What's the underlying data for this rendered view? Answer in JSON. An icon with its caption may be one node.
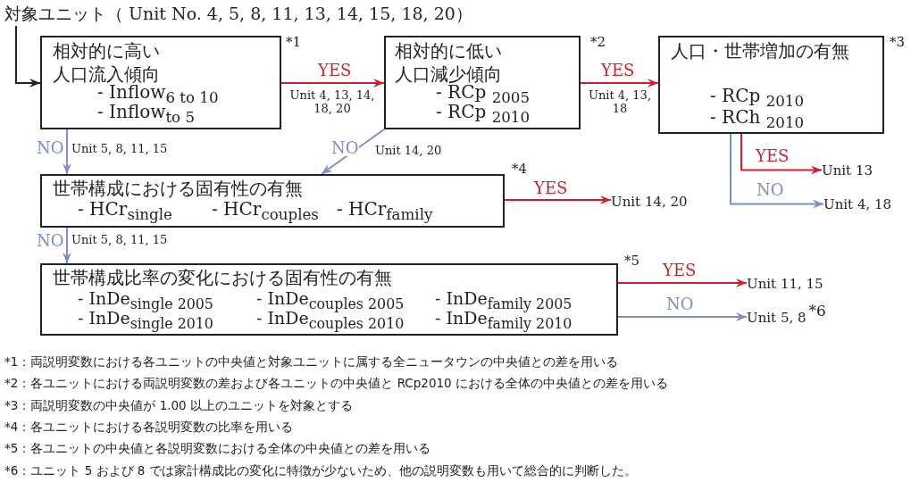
{
  "diagram": {
    "nodes": [
      {
        "text": [
          "対象ユニット（ Unit No. 4, 5, 8, 11, 13, 14, 15, 18, 20）"
        ]
      },
      {
        "text": [
          "相対的に高い人口流入傾向",
          "- Inflow$_{6 to 10}$",
          "- Inflow$_{to 5}$"
        ],
        "beside": [
          "*1"
        ]
      },
      {
        "text": [
          "相対的に低い人口減少傾向",
          "- RCp $_{2005}$",
          "- RCp $_{2010}$"
        ],
        "beside": [
          "*2"
        ]
      },
      {
        "text": [
          "人口・世帯増加の有無",
          "- RCp $_{2010}$",
          "- RCh $_{2010}$"
        ],
        "beside": [
          "*3"
        ]
      },
      {
        "text": [
          "世帯構成における固有性の有無",
          "- HCr$_{single}$",
          "- HCr$_{couples}$",
          "- HCr$_{family}$"
        ],
        "beside": [
          "*4"
        ]
      },
      {
        "text": [
          "世帯構成比率の変化における固有性の有無",
          "- InDe$_{single 2005}$",
          "- InDe$_{couples 2005}$",
          "- InDe$_{family 2005}$",
          "- InDe$_{single 2010}$",
          "- InDe$_{couples 2010}$",
          "- InDe$_{family 2010}$"
        ],
        "beside": [
          "*5"
        ]
      },
      {
        "text": [
          "Unit 13"
        ]
      },
      {
        "text": [
          "Unit 4, 18"
        ]
      },
      {
        "text": [
          "Unit 14, 20"
        ]
      },
      {
        "text": [
          "Unit 11, 15"
        ]
      },
      {
        "text": [
          "Unit 5, 8"
        ],
        "beside": [
          "*6"
        ]
      }
    ],
    "edges": [
      {
        "from": 0,
        "to": 1,
        "arrow": "to",
        "color": "#222222"
      },
      {
        "from": 1,
        "to": 2,
        "arrow": "to",
        "label": "YES",
        "color": "#d0202e"
      },
      {
        "from": 2,
        "to": 3,
        "arrow": "to",
        "label": "YES",
        "color": "#d0202e"
      },
      {
        "from": 1,
        "to": 4,
        "arrow": "to",
        "label": "NO",
        "color": "#7b8fc8"
      },
      {
        "from": 2,
        "to": 4,
        "arrow": "to",
        "label": "NO",
        "color": "#7b8fc8"
      },
      {
        "from": 3,
        "to": 6,
        "arrow": "to",
        "label": "YES",
        "color": "#d0202e"
      },
      {
        "from": 3,
        "to": 7,
        "arrow": "to",
        "label": "NO",
        "color": "#7b8fc8"
      },
      {
        "from": 4,
        "to": 8,
        "arrow": "to",
        "label": "YES",
        "color": "#d0202e"
      },
      {
        "from": 4,
        "to": 5,
        "arrow": "to",
        "label": "NO",
        "color": "#7b8fc8"
      },
      {
        "from": 5,
        "to": 9,
        "arrow": "to",
        "label": "YES",
        "color": "#d0202e"
      },
      {
        "from": 5,
        "to": 10,
        "arrow": "to",
        "label": "NO",
        "color": "#7b8fc8"
      }
    ],
    "labels": [
      "Unit 4, 13, 14, 18, 20",
      "Unit 4, 13, 18",
      "Unit 5, 8, 11, 15",
      "Unit 14, 20",
      "Unit 5, 8, 11, 15",
      "*1：両説明変数における各ユニットの中央値と対象ユニットに属する全ニュータウンの中央値との差を用いる",
      "*2：各ユニットにおける両説明変数の差および各ユニットの中央値と RCp2010 における全体の中央値との差を用いる",
      "*3：両説明変数の中央値が 1.00 以上のユニットを対象とする",
      "*4：各ユニットにおける各説明変数の比率を用いる",
      "*5：各ユニットの中央値と各説明変数における全体の中央値との差を用いる",
      "*6：ユニット 5 および 8 では家計構成比の変化に特徴が少ないため、他の説明変数も用いて総合的に判断した。"
    ]
  }
}
